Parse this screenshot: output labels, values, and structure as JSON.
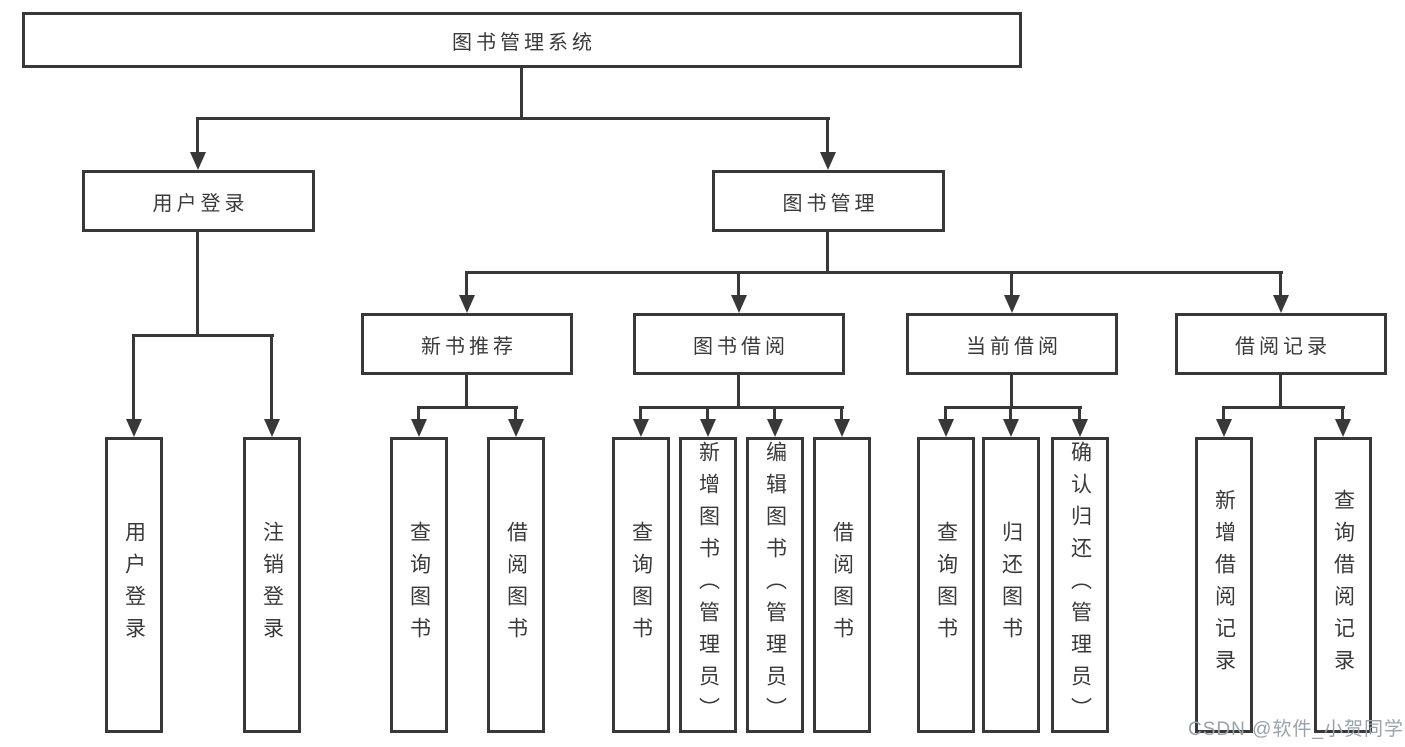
{
  "tree": {
    "root": {
      "label": "图书管理系统"
    },
    "branches": [
      {
        "label": "用户登录",
        "children": [
          {
            "label": "用户登录"
          },
          {
            "label": "注销登录"
          }
        ]
      },
      {
        "label": "图书管理",
        "children": [
          {
            "label": "新书推荐",
            "children": [
              {
                "label": "查询图书"
              },
              {
                "label": "借阅图书"
              }
            ]
          },
          {
            "label": "图书借阅",
            "children": [
              {
                "label": "查询图书"
              },
              {
                "label": "新增图书（管理员）"
              },
              {
                "label": "编辑图书（管理员）"
              },
              {
                "label": "借阅图书"
              }
            ]
          },
          {
            "label": "当前借阅",
            "children": [
              {
                "label": "查询图书"
              },
              {
                "label": "归还图书"
              },
              {
                "label": "确认归还（管理员）"
              }
            ]
          },
          {
            "label": "借阅记录",
            "children": [
              {
                "label": "新增借阅记录"
              },
              {
                "label": "查询借阅记录"
              }
            ]
          }
        ]
      }
    ]
  },
  "watermark": {
    "text": "CSDN @软件_小贺同学"
  },
  "colors": {
    "line": "#383838",
    "text": "#3a3a3a",
    "background": "#ffffff",
    "watermark": "#9aa2aa"
  }
}
